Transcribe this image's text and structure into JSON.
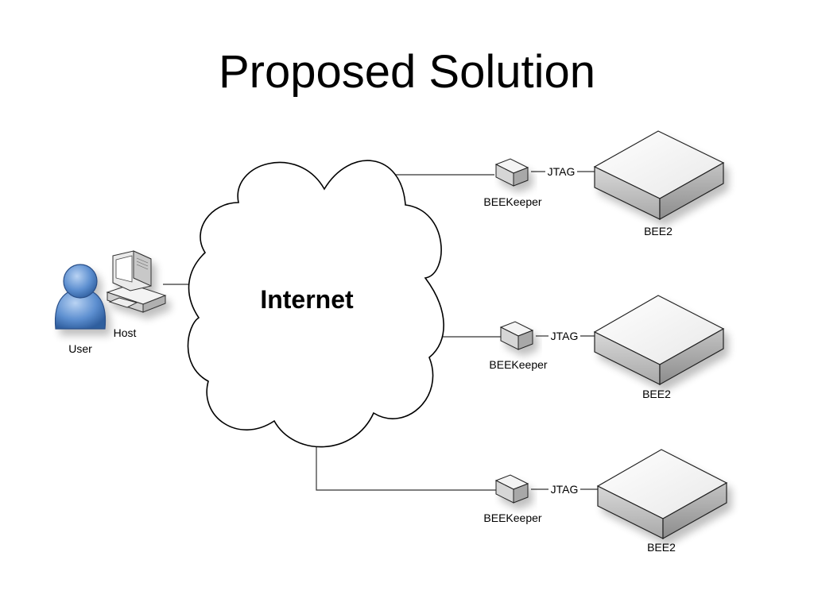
{
  "slide": {
    "title": "Proposed Solution"
  },
  "diagram": {
    "cloud_label": "Internet",
    "user_label": "User",
    "host_label": "Host",
    "links": [
      {
        "keeper_label": "BEEKeeper",
        "jtag_label": "JTAG",
        "board_label": "BEE2"
      },
      {
        "keeper_label": "BEEKeeper",
        "jtag_label": "JTAG",
        "board_label": "BEE2"
      },
      {
        "keeper_label": "BEEKeeper",
        "jtag_label": "JTAG",
        "board_label": "BEE2"
      }
    ]
  }
}
